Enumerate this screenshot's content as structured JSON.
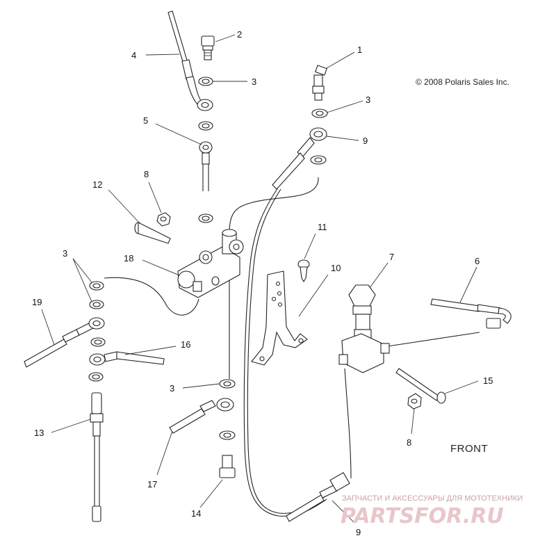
{
  "copyright": "© 2008 Polaris Sales Inc.",
  "front_label": "FRONT",
  "watermark": {
    "tagline": "ЗАПЧАСТИ И АКСЕССУАРЫ ДЛЯ МОТОТЕХНИКИ",
    "logo": "PARTSFOR.RU"
  },
  "callouts": [
    {
      "id": "c2",
      "text": "2"
    },
    {
      "id": "c4",
      "text": "4"
    },
    {
      "id": "c1",
      "text": "1"
    },
    {
      "id": "c3a",
      "text": "3"
    },
    {
      "id": "c3b",
      "text": "3"
    },
    {
      "id": "c5",
      "text": "5"
    },
    {
      "id": "c9a",
      "text": "9"
    },
    {
      "id": "c8a",
      "text": "8"
    },
    {
      "id": "c12",
      "text": "12"
    },
    {
      "id": "c11",
      "text": "11"
    },
    {
      "id": "c3c",
      "text": "3"
    },
    {
      "id": "c18",
      "text": "18"
    },
    {
      "id": "c10",
      "text": "10"
    },
    {
      "id": "c7",
      "text": "7"
    },
    {
      "id": "c6",
      "text": "6"
    },
    {
      "id": "c19",
      "text": "19"
    },
    {
      "id": "c16",
      "text": "16"
    },
    {
      "id": "c3d",
      "text": "3"
    },
    {
      "id": "c15",
      "text": "15"
    },
    {
      "id": "c13",
      "text": "13"
    },
    {
      "id": "c8b",
      "text": "8"
    },
    {
      "id": "c17",
      "text": "17"
    },
    {
      "id": "c14",
      "text": "14"
    },
    {
      "id": "c9b",
      "text": "9"
    }
  ]
}
